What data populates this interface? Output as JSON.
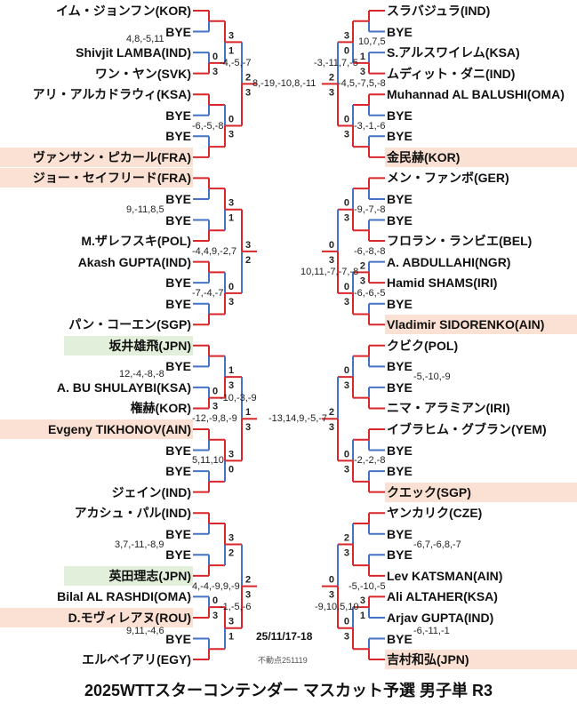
{
  "title": "2025WTTスターコンテンダー マスカット予選 男子単 R3",
  "date": "25/11/17-18",
  "points_label": "不動点251119",
  "colors": {
    "win": "#d9262b",
    "lose": "#4472c4",
    "seed_bg": "#fbe1d3",
    "jpn_bg": "#e2efda"
  },
  "left": {
    "players": [
      {
        "name": "イム・ジョンフン(KOR)"
      },
      {
        "name": "BYE",
        "score": "4,8,-5,11",
        "round": 2
      },
      {
        "name": "Shivjit LAMBA(IND)",
        "score": "-4,-5,-7",
        "round": 1
      },
      {
        "name": "ワン・ヤン(SVK)",
        "score": "8,-19,-10,8,-11",
        "round": 3
      },
      {
        "name": "アリ・アルカドラウィ(KSA)"
      },
      {
        "name": "BYE",
        "score": "-6,-5,-8",
        "round": 2
      },
      {
        "name": "BYE"
      },
      {
        "name": "ヴァンサン・ピカール(FRA)",
        "hl": "seed"
      },
      {
        "name": "ジョー・セイフリード(FRA)",
        "hl": "seed"
      },
      {
        "name": "BYE",
        "score": "9,-11,8,5",
        "round": 2
      },
      {
        "name": "BYE"
      },
      {
        "name": "M.ザレフスキ(POL)",
        "score": "-4,4,9,-2,7",
        "round": 3
      },
      {
        "name": "Akash GUPTA(IND)"
      },
      {
        "name": "BYE",
        "score": "-7,-4,-7",
        "round": 2
      },
      {
        "name": "BYE"
      },
      {
        "name": "パン・コーエン(SGP)"
      },
      {
        "name": "坂井雄飛(JPN)",
        "hl": "jpn"
      },
      {
        "name": "BYE",
        "score": "12,-4,-8,-8",
        "round": 2
      },
      {
        "name": "A. BU SHULAYBI(KSA)",
        "score": "-10,-3,-9",
        "round": 1
      },
      {
        "name": "権赫(KOR)",
        "score": "-12,-9,8,-9",
        "round": 3
      },
      {
        "name": "Evgeny TIKHONOV(AIN)",
        "hl": "seed"
      },
      {
        "name": "BYE",
        "score": "5,11,10",
        "round": 2
      },
      {
        "name": "BYE"
      },
      {
        "name": "ジェイン(IND)"
      },
      {
        "name": "アカシュ・パル(IND)"
      },
      {
        "name": "BYE",
        "score": "3,7,-11,-8,9",
        "round": 2
      },
      {
        "name": "BYE"
      },
      {
        "name": "英田理志(JPN)",
        "hl": "jpn",
        "score": "4,-4,-9,9,-9",
        "round": 3
      },
      {
        "name": "Bilal AL RASHDI(OMA)",
        "score": "-1,-5,-6",
        "round": 1
      },
      {
        "name": "D.モヴィレアヌ(ROU)",
        "hl": "seed",
        "score": "9,11,-4,6",
        "round": 2
      },
      {
        "name": "BYE"
      },
      {
        "name": "エルベイアリ(EGY)"
      }
    ],
    "rounds": [
      [
        {
          "w": "t"
        },
        {
          "w": "b",
          "s": [
            "0",
            "3"
          ]
        },
        {
          "w": "t"
        },
        {
          "w": "b"
        },
        {
          "w": "t"
        },
        {
          "w": "b"
        },
        {
          "w": "t"
        },
        {
          "w": "b"
        },
        {
          "w": "t"
        },
        {
          "w": "b",
          "s": [
            "0",
            "3"
          ]
        },
        {
          "w": "t"
        },
        {
          "w": "b"
        },
        {
          "w": "t"
        },
        {
          "w": "b"
        },
        {
          "w": "b",
          "s": [
            "0",
            "3"
          ]
        },
        {
          "w": "b"
        }
      ],
      [
        {
          "w": "t",
          "s": [
            "3",
            "1"
          ]
        },
        {
          "w": "b",
          "s": [
            "0",
            "3"
          ]
        },
        {
          "w": "t",
          "s": [
            "3",
            "1"
          ]
        },
        {
          "w": "b",
          "s": [
            "0",
            "3"
          ]
        },
        {
          "w": "b",
          "s": [
            "1",
            "3"
          ]
        },
        {
          "w": "t",
          "s": [
            "3",
            "0"
          ]
        },
        {
          "w": "t",
          "s": [
            "3",
            "2"
          ]
        },
        {
          "w": "t",
          "s": [
            "3",
            "1"
          ]
        }
      ],
      [
        {
          "w": "b",
          "s": [
            "2",
            "3"
          ]
        },
        {
          "w": "t",
          "s": [
            "3",
            "2"
          ]
        },
        {
          "w": "b",
          "s": [
            "1",
            "3"
          ]
        },
        {
          "w": "b",
          "s": [
            "2",
            "3"
          ]
        }
      ]
    ]
  },
  "right": {
    "players": [
      {
        "name": "スラバジュラ(IND)"
      },
      {
        "name": "BYE",
        "score": "10,7,5",
        "round": 2
      },
      {
        "name": "S.アルスワイレム(KSA)",
        "score": "-3,-11,7,-5",
        "round": 1
      },
      {
        "name": "ムディット・ダニ(IND)",
        "score": "-4,5,-7,5,-8",
        "round": 3
      },
      {
        "name": "Muhannad AL BALUSHI(OMA)"
      },
      {
        "name": "BYE",
        "score": "-3,-1,-6",
        "round": 2
      },
      {
        "name": "BYE"
      },
      {
        "name": "金民赫(KOR)",
        "hl": "seed"
      },
      {
        "name": "メン・ファンボ(GER)"
      },
      {
        "name": "BYE",
        "score": "-9,-7,-8",
        "round": 2
      },
      {
        "name": "BYE"
      },
      {
        "name": "フロラン・ランビエ(BEL)",
        "score": "-6,-8,-8",
        "round": 3
      },
      {
        "name": "A. ABDULLAHI(NGR)",
        "score": "10,11,-7,-7,-8",
        "round": 1
      },
      {
        "name": "Hamid SHAMS(IRI)",
        "score": "-6,-6,-5",
        "round": 2
      },
      {
        "name": "BYE"
      },
      {
        "name": "Vladimir SIDORENKO(AIN)",
        "hl": "seed"
      },
      {
        "name": "クビク(POL)"
      },
      {
        "name": "BYE",
        "score": "-5,-10,-9",
        "round": 2
      },
      {
        "name": "BYE"
      },
      {
        "name": "ニマ・アラミアン(IRI)",
        "score": "-13,14,9,-5,-7",
        "round": 3
      },
      {
        "name": "イブラヒム・グブラン(YEM)"
      },
      {
        "name": "BYE",
        "score": "-2,-2,-8",
        "round": 2
      },
      {
        "name": "BYE"
      },
      {
        "name": "クエック(SGP)",
        "hl": "seed"
      },
      {
        "name": "ヤンカリク(CZE)"
      },
      {
        "name": "BYE",
        "score": "-6,7,-6,8,-7",
        "round": 2
      },
      {
        "name": "BYE"
      },
      {
        "name": "Lev KATSMAN(AIN)",
        "score": "-5,-10,-5",
        "round": 3
      },
      {
        "name": "Ali ALTAHER(KSA)",
        "score": "-9,10,5,10",
        "round": 1
      },
      {
        "name": "Arjav GUPTA(IND)",
        "score": "-6,-11,-1",
        "round": 2
      },
      {
        "name": "BYE"
      },
      {
        "name": "吉村和弘(JPN)",
        "hl": "seed"
      }
    ],
    "rounds": [
      [
        {
          "w": "t"
        },
        {
          "w": "b",
          "s": [
            "1",
            "3"
          ]
        },
        {
          "w": "t"
        },
        {
          "w": "b"
        },
        {
          "w": "t"
        },
        {
          "w": "b"
        },
        {
          "w": "b",
          "s": [
            "2",
            "3"
          ]
        },
        {
          "w": "b"
        },
        {
          "w": "t"
        },
        {
          "w": "b"
        },
        {
          "w": "t"
        },
        {
          "w": "b"
        },
        {
          "w": "t"
        },
        {
          "w": "b"
        },
        {
          "w": "t",
          "s": [
            "3",
            "1"
          ]
        },
        {
          "w": "b"
        }
      ],
      [
        {
          "w": "t",
          "s": [
            "3",
            "0"
          ]
        },
        {
          "w": "b",
          "s": [
            "0",
            "3"
          ]
        },
        {
          "w": "b",
          "s": [
            "0",
            "3"
          ]
        },
        {
          "w": "b",
          "s": [
            "0",
            "3"
          ]
        },
        {
          "w": "b",
          "s": [
            "0",
            "3"
          ]
        },
        {
          "w": "b",
          "s": [
            "0",
            "3"
          ]
        },
        {
          "w": "b",
          "s": [
            "2",
            "3"
          ]
        },
        {
          "w": "b",
          "s": [
            "0",
            "3"
          ]
        }
      ],
      [
        {
          "w": "b",
          "s": [
            "2",
            "3"
          ]
        },
        {
          "w": "b",
          "s": [
            "0",
            "3"
          ]
        },
        {
          "w": "b",
          "s": [
            "2",
            "3"
          ]
        },
        {
          "w": "b",
          "s": [
            "0",
            "3"
          ]
        }
      ]
    ]
  }
}
